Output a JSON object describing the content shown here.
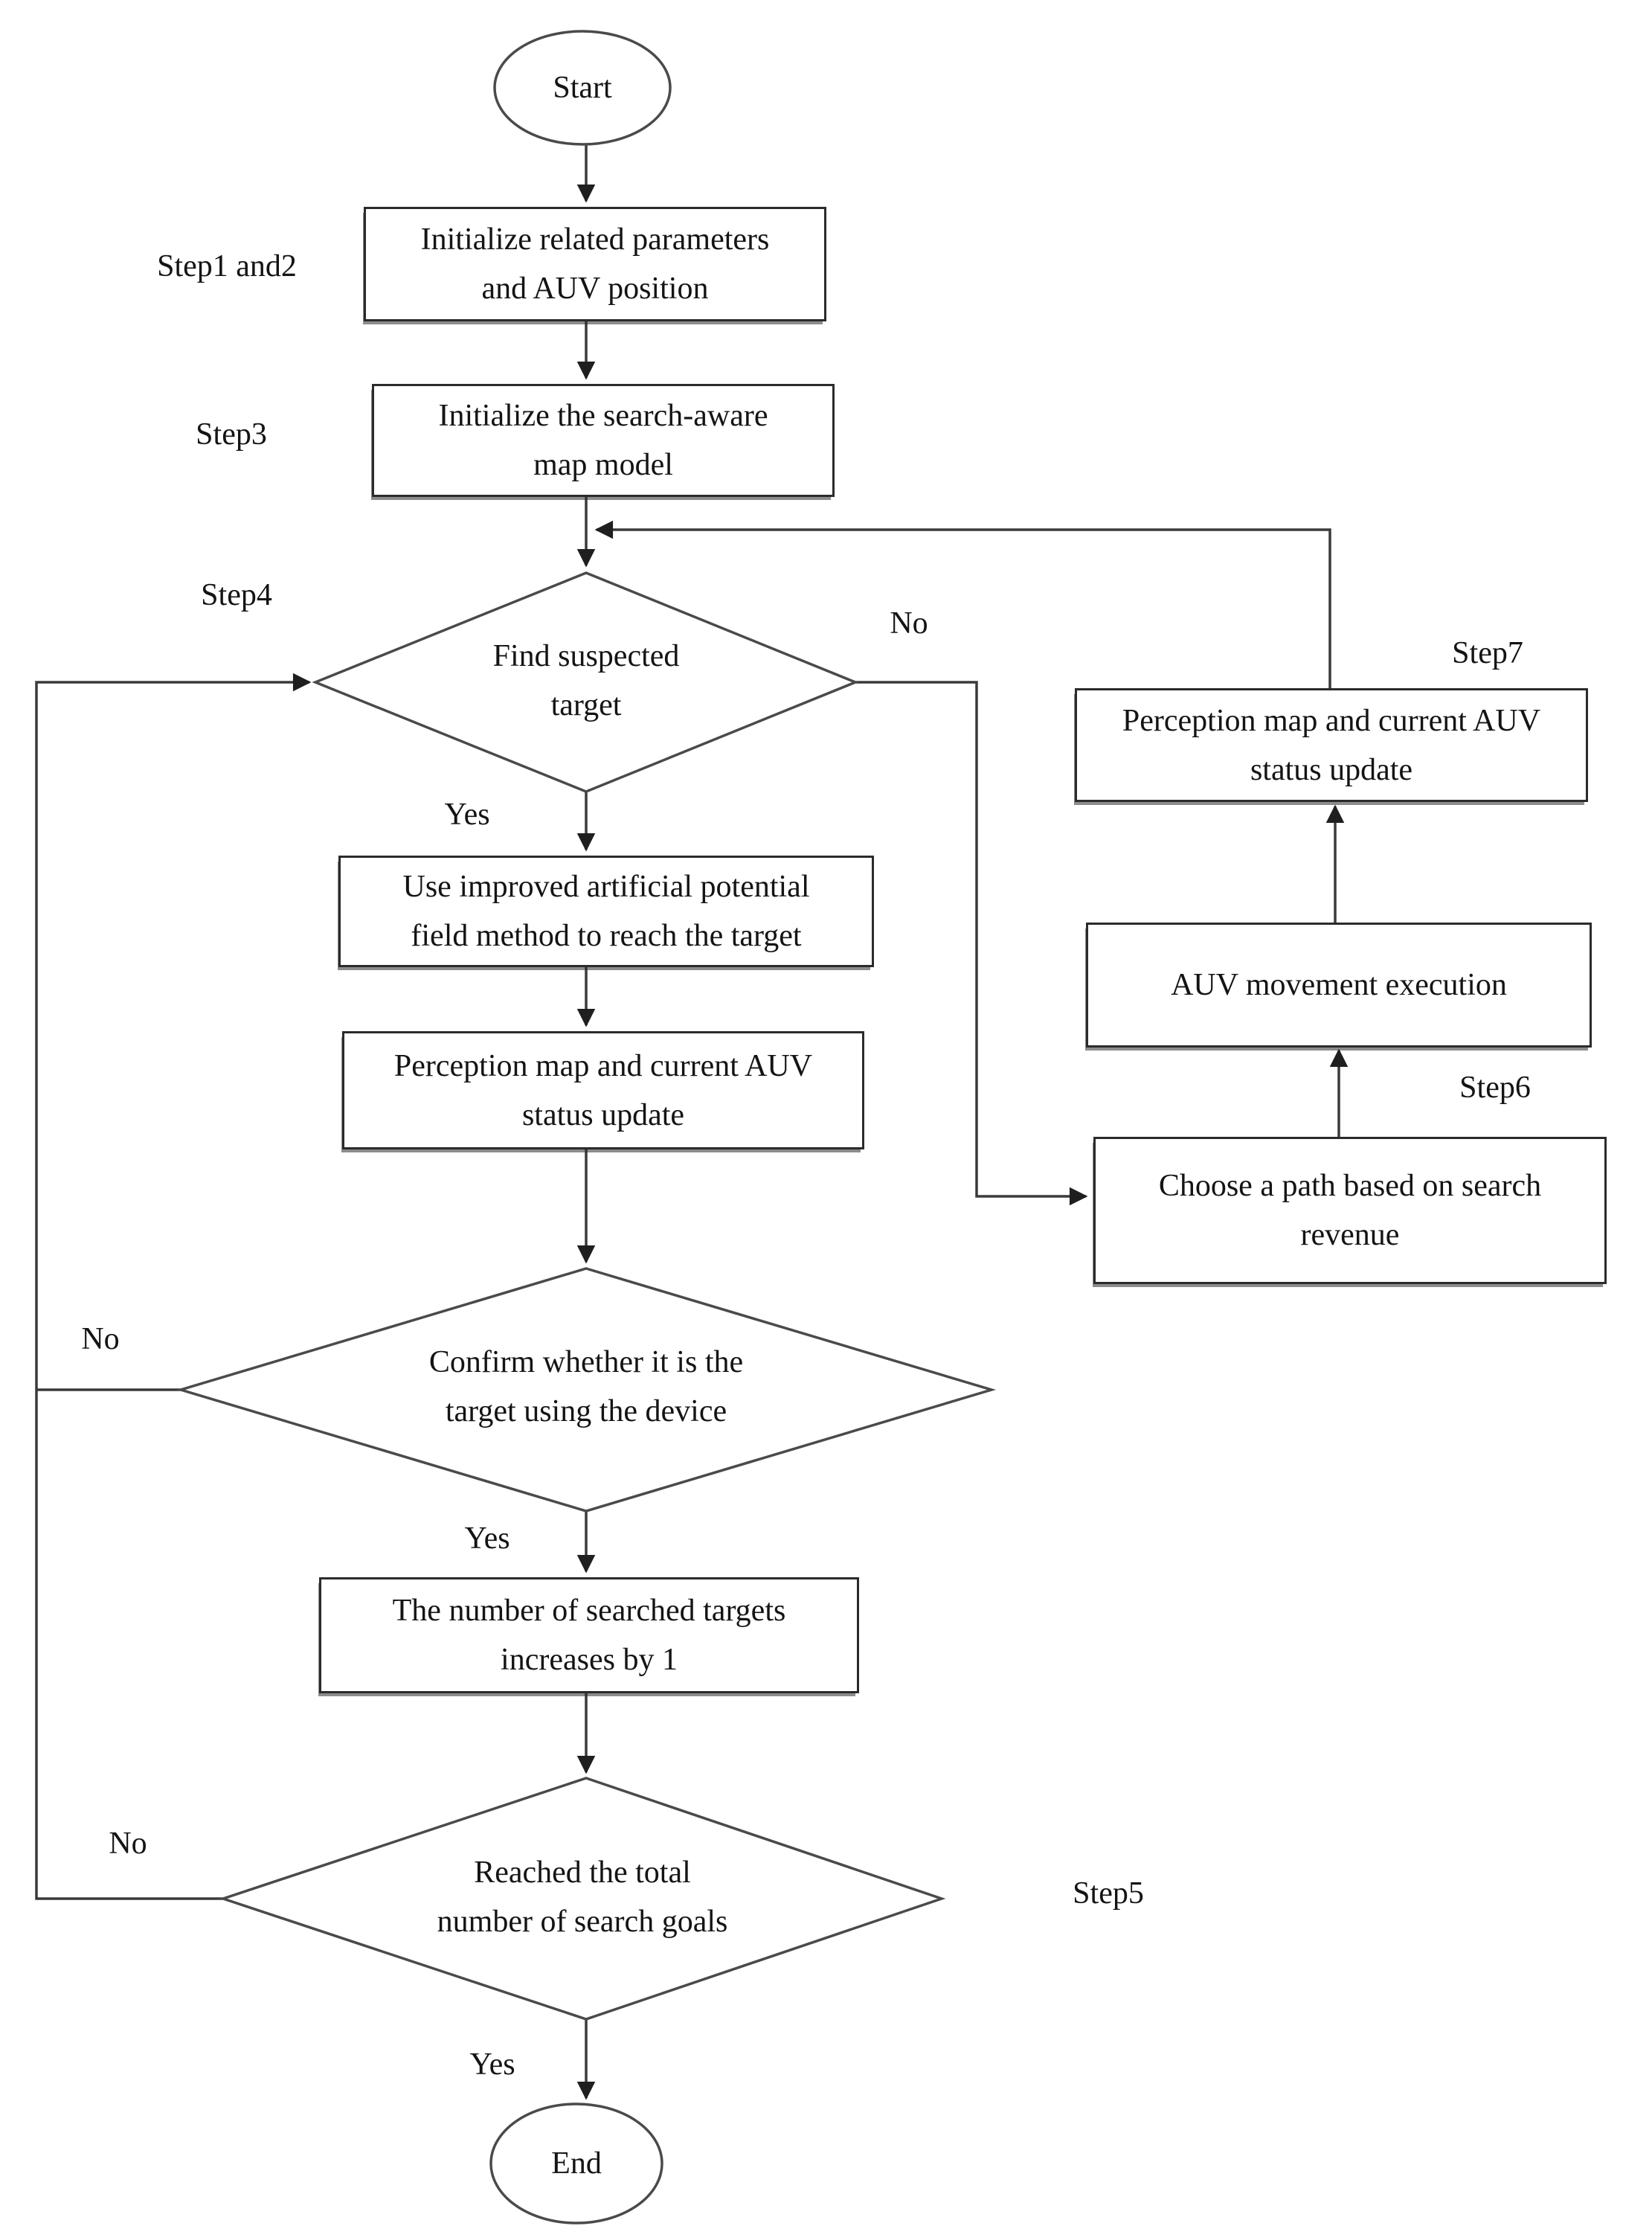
{
  "nodes": {
    "start": {
      "label": "Start"
    },
    "init_params": {
      "line1": "Initialize related parameters",
      "line2": "and AUV position"
    },
    "init_map": {
      "line1": "Initialize the search-aware",
      "line2": "map model"
    },
    "find_target": {
      "line1": "Find suspected",
      "line2": "target"
    },
    "apf_method": {
      "line1": "Use improved artificial potential",
      "line2": "field method to reach the target"
    },
    "perception_left": {
      "line1": "Perception map and current AUV",
      "line2": "status update"
    },
    "confirm_target": {
      "line1": "Confirm whether it is the",
      "line2": "target using the device"
    },
    "count_increase": {
      "line1": "The number of searched targets",
      "line2": "increases by 1"
    },
    "reached_goals": {
      "line1": "Reached the total",
      "line2": "number of search goals"
    },
    "end": {
      "label": "End"
    },
    "perception_right": {
      "line1": "Perception map and current AUV",
      "line2": "status update"
    },
    "auv_movement": {
      "label": "AUV movement execution"
    },
    "choose_path": {
      "line1": "Choose a path based on search",
      "line2": "revenue"
    }
  },
  "step_labels": {
    "step12": "Step1 and2",
    "step3": "Step3",
    "step4": "Step4",
    "step5": "Step5",
    "step6": "Step6",
    "step7": "Step7"
  },
  "branch_labels": {
    "find_no": "No",
    "find_yes": "Yes",
    "confirm_no": "No",
    "confirm_yes": "Yes",
    "reached_no": "No",
    "reached_yes": "Yes"
  },
  "colors": {
    "background": "#ffffff",
    "line": "#3a3a3a",
    "shape_stroke": "#4a4a4a",
    "text": "#141414"
  }
}
